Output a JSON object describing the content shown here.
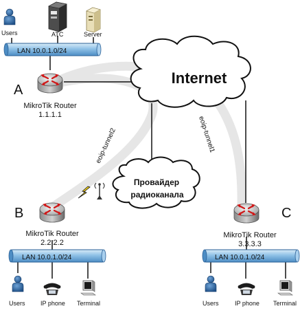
{
  "network_diagram": {
    "top_site": {
      "users_label": "Users",
      "atc_label": "ATC",
      "server_label": "Server",
      "lan_label": "LAN 10.0.1.0/24",
      "site_letter": "A",
      "router_name": "MikroTik Router",
      "router_ip": "1.1.1.1"
    },
    "site_b": {
      "site_letter": "B",
      "router_name": "MikroTik Router",
      "router_ip": "2.2.2.2",
      "lan_label": "LAN 10.0.1.0/24",
      "users_label": "Users",
      "phone_label": "IP phone",
      "terminal_label": "Terminal"
    },
    "site_c": {
      "site_letter": "C",
      "router_name": "MikroTik Router",
      "router_ip": "3.3.3.3",
      "lan_label": "LAN 10.0.1.0/24",
      "users_label": "Users",
      "phone_label": "IP phone",
      "terminal_label": "Terminal"
    },
    "internet_label": "Internet",
    "radio_provider_line1": "Провайдер",
    "radio_provider_line2": "радиоканала",
    "tunnel1_label": "eoip-tunnel1",
    "tunnel2_label": "eoip-tunnel2"
  }
}
